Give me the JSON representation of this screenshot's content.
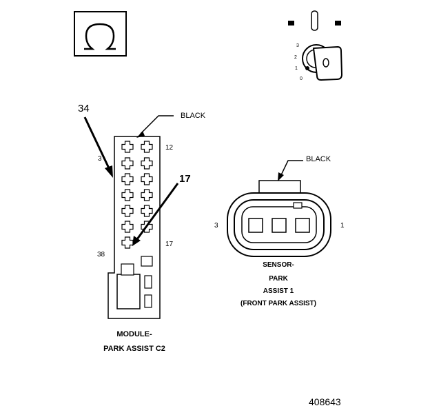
{
  "icons": {
    "omega_symbol": "omega-icon",
    "ignition_key": "ignition-key-icon"
  },
  "ignition": {
    "positions": [
      "3",
      "2",
      "1",
      "0"
    ]
  },
  "module_connector": {
    "color_label": "BLACK",
    "callout_a": "34",
    "callout_b": "17",
    "pin_top_right": "12",
    "pin_left_top": "3",
    "pin_right_lower": "17",
    "pin_left_bottom": "38",
    "name_line1": "MODULE-",
    "name_line2": "PARK ASSIST C2"
  },
  "sensor_connector": {
    "color_label": "BLACK",
    "pin_left": "3",
    "pin_right": "1",
    "name_line1": "SENSOR-",
    "name_line2": "PARK",
    "name_line3": "ASSIST 1",
    "name_line4": "(FRONT PARK ASSIST)"
  },
  "figure_number": "408643"
}
